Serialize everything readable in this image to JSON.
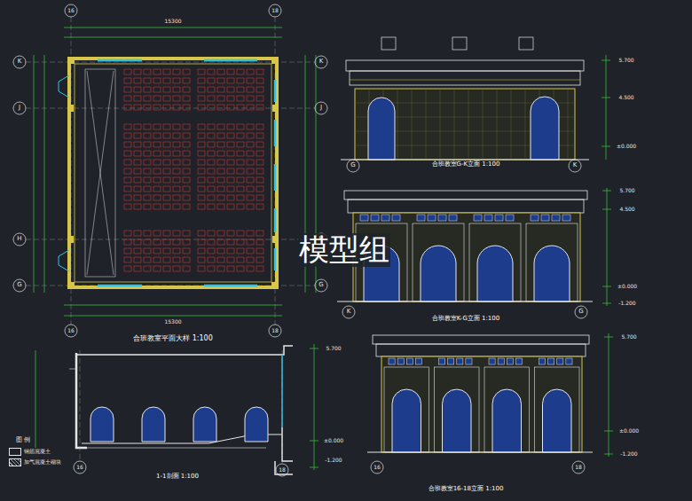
{
  "diagram": {
    "labels": [
      "模型组",
      "合班教室平面大样 1:100",
      "合班教室G-K立面 1:100",
      "合班教室K-G立面 1:100",
      "合班教室16-18立面 1:100",
      "1-1剖面 1:100",
      "图 例",
      "K",
      "J",
      "H",
      "G",
      "K",
      "J",
      "H",
      "G",
      "16",
      "18",
      "16",
      "18",
      "G",
      "K",
      "K",
      "G",
      "16",
      "18",
      "16",
      "18",
      "15300",
      "15300",
      "5.700",
      "4.500",
      "±0.000",
      "5.700",
      "4.500",
      "±0.000",
      "-1.200",
      "5.700",
      "±0.000",
      "-1.200",
      "5.700",
      "±0.000",
      "-1.200"
    ],
    "legend": [
      {
        "text": "钢筋混凝土"
      },
      {
        "text": "加气混凝土砌块"
      }
    ]
  }
}
